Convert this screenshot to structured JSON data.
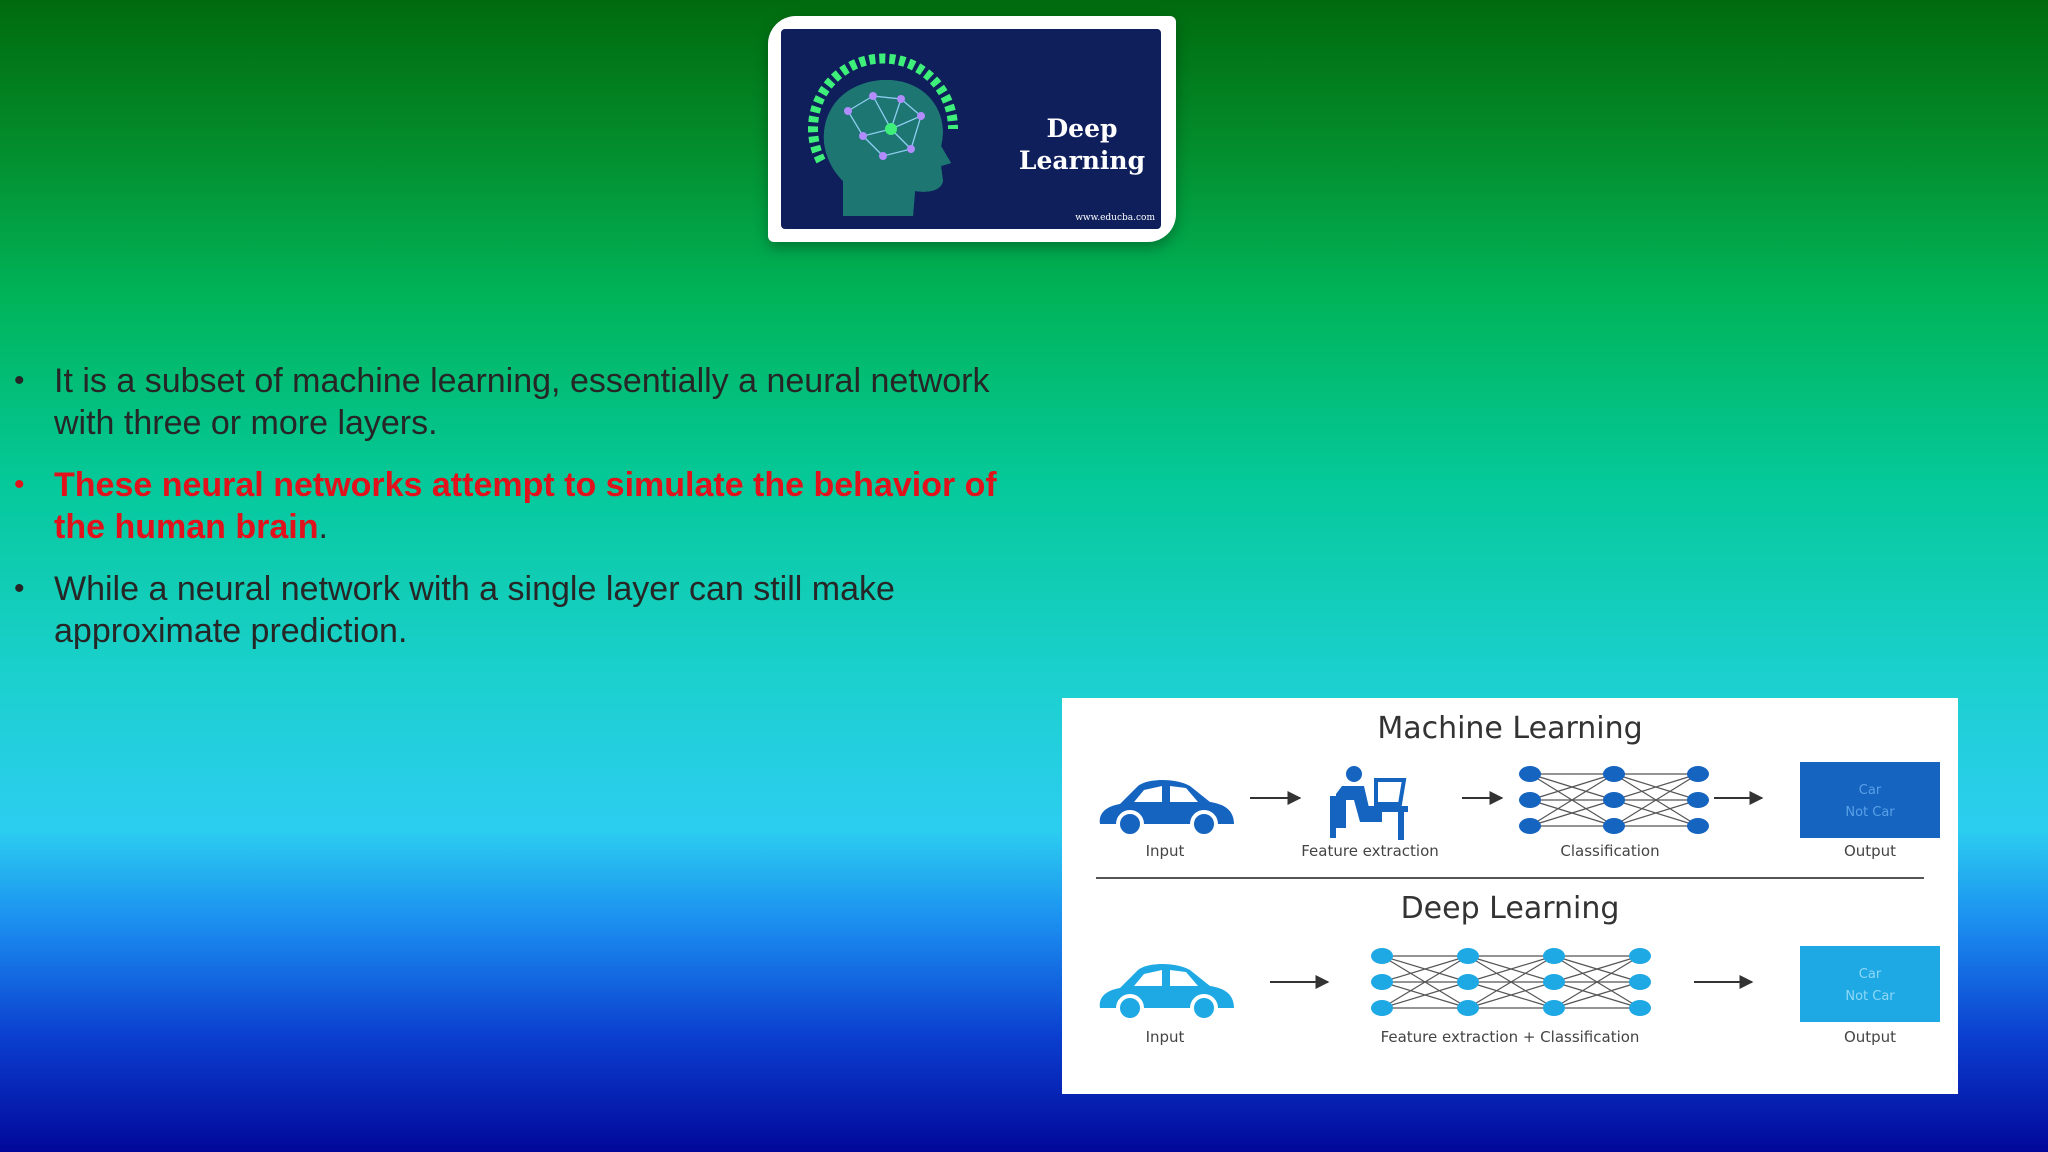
{
  "logo": {
    "title_line1": "Deep",
    "title_line2": "Learning",
    "url": "www.educba.com"
  },
  "bullets": [
    {
      "text": "It is a subset of machine learning, essentially a neural network with three or more layers."
    },
    {
      "highlight": "These neural networks attempt to simulate the behavior of the human brain",
      "tail": "."
    },
    {
      "text": "While a neural network with a single layer can still make approximate prediction."
    }
  ],
  "bullet_symbol": "•",
  "diagram": {
    "ml": {
      "title": "Machine Learning",
      "labels": {
        "input": "Input",
        "feature": "Feature extraction",
        "classification": "Classification",
        "output": "Output"
      },
      "output_box": {
        "line1": "Car",
        "line2": "Not Car"
      }
    },
    "dl": {
      "title": "Deep Learning",
      "labels": {
        "input": "Input",
        "feature_class": "Feature extraction + Classification",
        "output": "Output"
      },
      "output_box": {
        "line1": "Car",
        "line2": "Not Car"
      }
    }
  },
  "colors": {
    "ml_blue": "#1464c0",
    "dl_blue": "#1ea8e4",
    "bullet_red": "#e2121c",
    "logo_bg": "#0f1f5c",
    "logo_green": "#3ef07a"
  },
  "icons": [
    "brain-head-icon",
    "car-icon",
    "person-at-desk-icon",
    "neural-network-icon",
    "arrow-right-icon"
  ]
}
